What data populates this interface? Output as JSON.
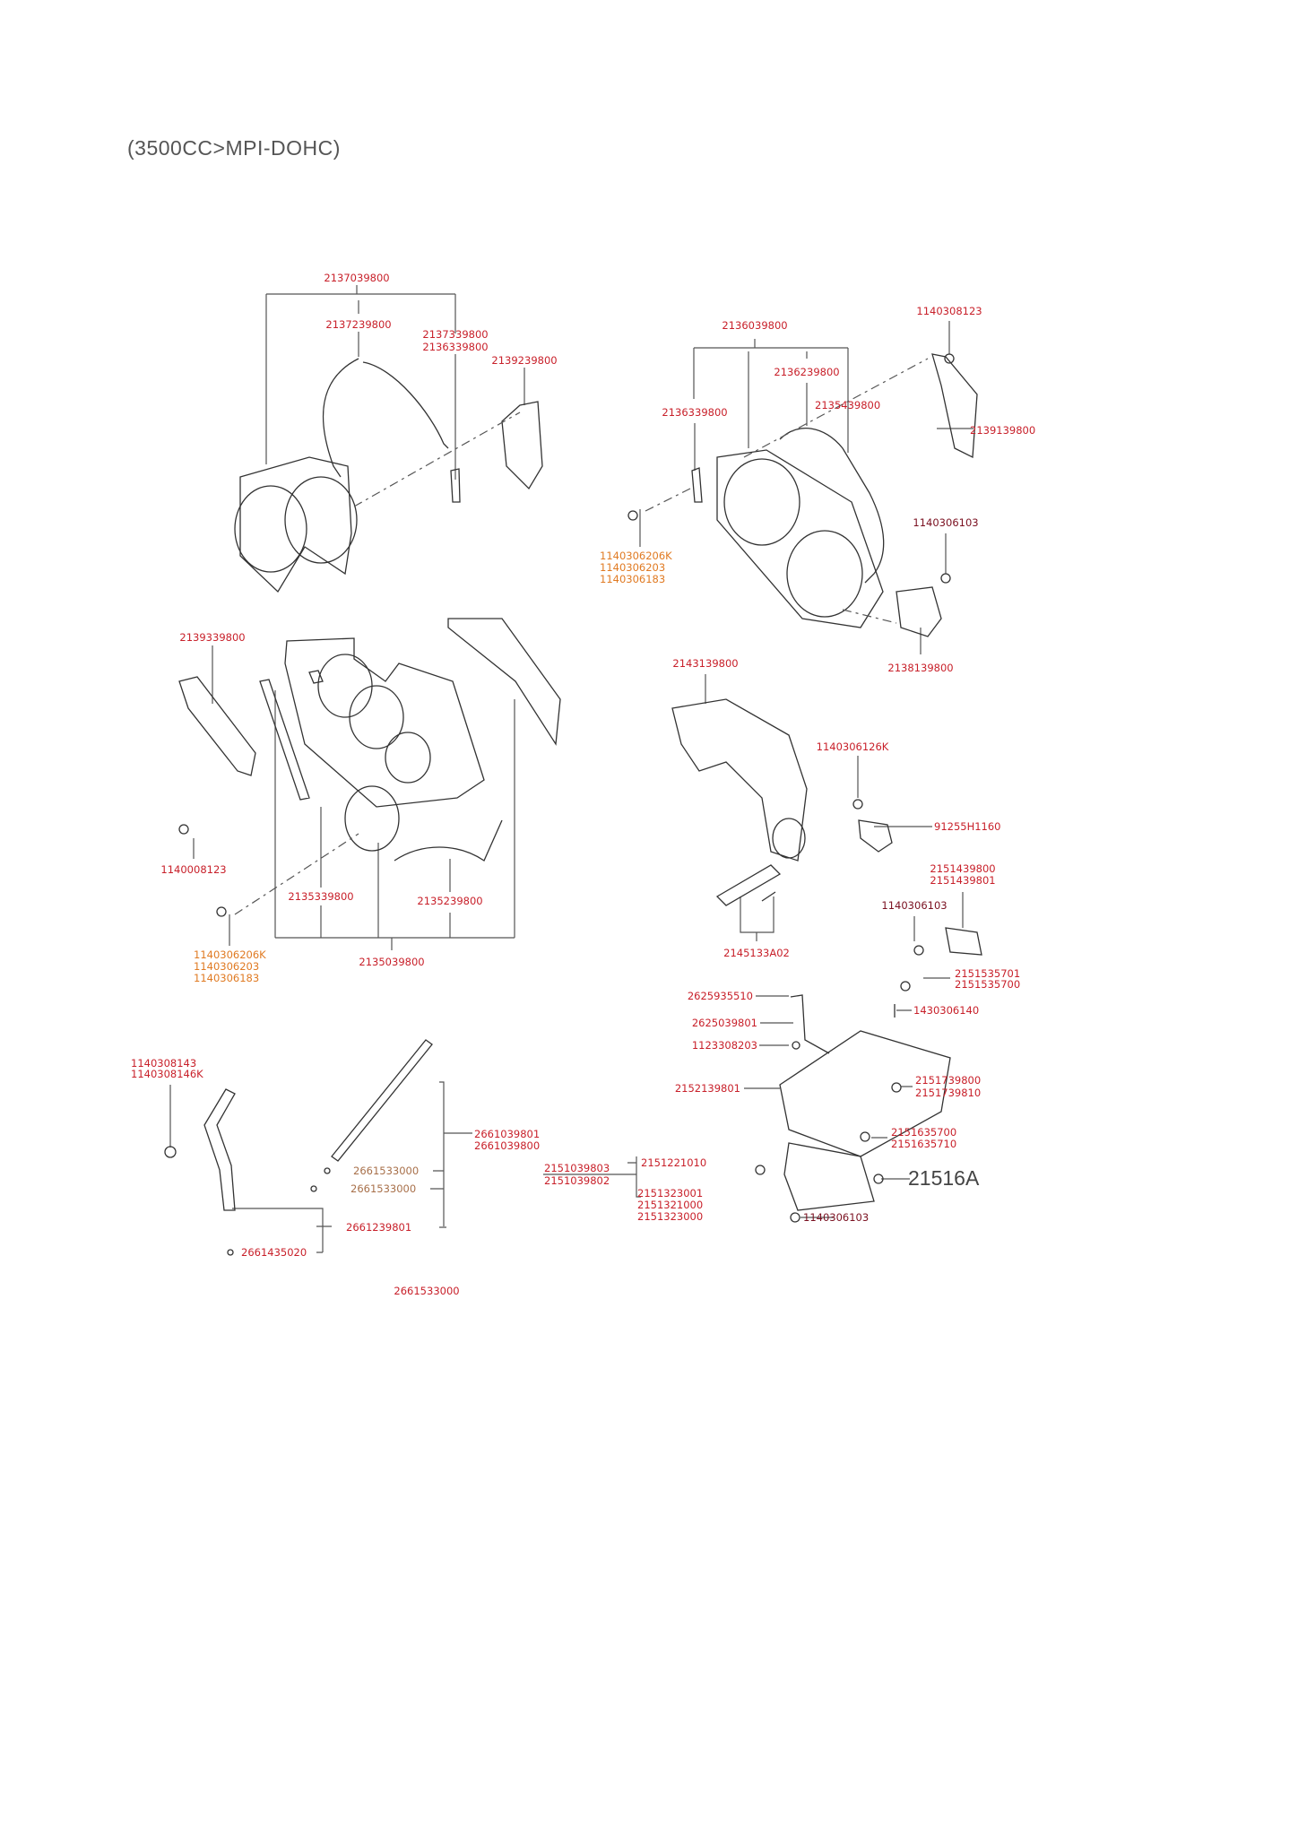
{
  "title": "(3500CC>MPI-DOHC)",
  "reference_code": "21516A",
  "labels": {
    "a1": "2137039800",
    "a2": "2137239800",
    "a3": "2137339800",
    "a4": "2136339800",
    "a5": "2139239800",
    "b1": "2136039800",
    "b2": "2136239800",
    "b3": "2135439800",
    "b4": "2136339800",
    "b5": "1140308123",
    "b6": "2139139800",
    "b7": "1140306103",
    "b8": "2138139800",
    "o1": [
      "1140306206K",
      "1140306203",
      "1140306183"
    ],
    "c1": "2139339800",
    "c2": "1140008123",
    "c3": "2135339800",
    "c4": "2135239800",
    "c5": "2135039800",
    "o2": [
      "1140306206K",
      "1140306203",
      "1140306183"
    ],
    "e1": "2143139800",
    "e2": "1140306126K",
    "e3": "91255H1160",
    "e4": [
      "2151439800",
      "2151439801"
    ],
    "e5": "1140306103",
    "e6": "2145133A02",
    "e7": [
      "2151535701",
      "2151535700"
    ],
    "e8": "1430306140",
    "f1": "2625935510",
    "f2": "2625039801",
    "f3": "1123308203",
    "f4": "2152139801",
    "f5": [
      "2151739800",
      "2151739810"
    ],
    "f6": [
      "2151635700",
      "2151635710"
    ],
    "f7": [
      "2151039803",
      "2151039802"
    ],
    "f8": "2151221010",
    "f9": [
      "2151323001",
      "2151321000",
      "2151323000"
    ],
    "f10": "1140306103",
    "g1": [
      "1140308143",
      "1140308146K"
    ],
    "g2": [
      "2661039801",
      "2661039800"
    ],
    "g3": "2661533000",
    "g4": "2661533000",
    "g5": "2661239801",
    "g6": "2661435020",
    "g7": "2661533000"
  },
  "colors": {
    "part_red": "#c8202a",
    "part_orange": "#e07a22",
    "part_darkred": "#7a1020",
    "part_brown": "#a8704a"
  }
}
